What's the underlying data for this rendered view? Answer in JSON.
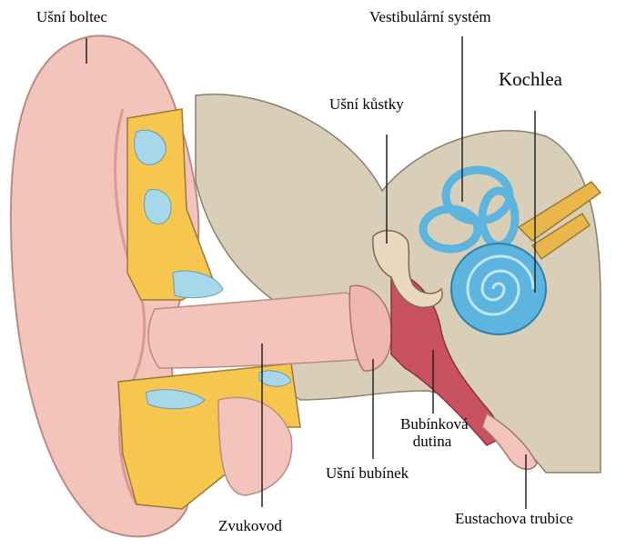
{
  "labels": {
    "pinna": "Ušní boltec",
    "vestibular": "Vestibulární systém",
    "cochlea": "Kochlea",
    "ossicles": "Ušní kůstky",
    "tympanic_cavity_line1": "Bubínková",
    "tympanic_cavity_line2": "dutina",
    "eardrum": "Ušní bubínek",
    "ear_canal": "Zvukovod",
    "eustachian_tube": "Eustachova trubice"
  },
  "colors": {
    "skin": "#f2c4bb",
    "skin_dark": "#d99a90",
    "bone": "#d9cfb8",
    "cartilage": "#f6c64e",
    "fluid": "#a7d8ea",
    "cochlea_blue": "#5db4de",
    "cavity_red": "#c9525e",
    "nerve": "#e8b64a"
  }
}
